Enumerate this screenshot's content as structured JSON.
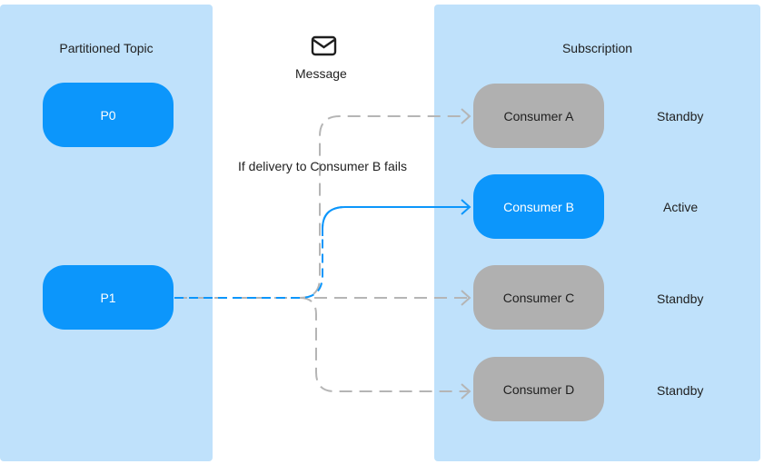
{
  "topic": {
    "title": "Partitioned Topic",
    "partitions": [
      "P0",
      "P1"
    ]
  },
  "message": {
    "icon": "envelope-icon",
    "label": "Message"
  },
  "annotation": "If delivery to Consumer B fails",
  "subscription": {
    "title": "Subscription",
    "consumers": [
      {
        "name": "Consumer A",
        "status": "Standby"
      },
      {
        "name": "Consumer B",
        "status": "Active"
      },
      {
        "name": "Consumer C",
        "status": "Standby"
      },
      {
        "name": "Consumer D",
        "status": "Standby"
      }
    ]
  },
  "colors": {
    "panel": "#bfe1fb",
    "active": "#0c96fb",
    "standby": "#b0b0b0",
    "dashed_line": "#b5b5b5"
  }
}
